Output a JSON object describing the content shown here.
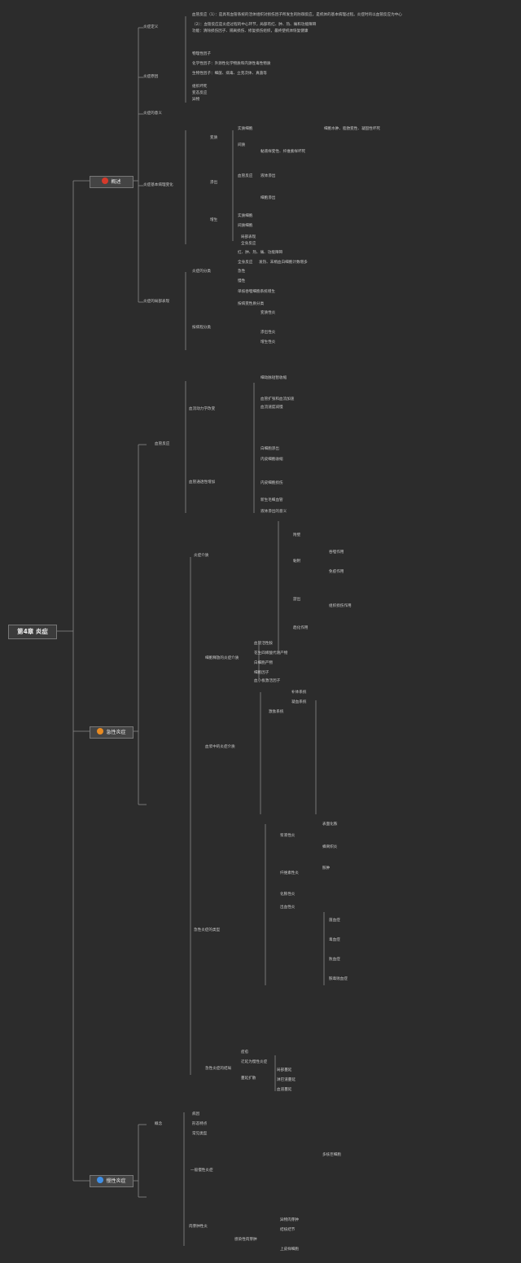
{
  "root": "第4章 炎症",
  "branches": [
    {
      "label": "概述",
      "color": "#d63a2b"
    },
    {
      "label": "急性炎症",
      "color": "#e98b22"
    },
    {
      "label": "慢性炎症",
      "color": "#3f8fe6"
    }
  ],
  "texts": [
    "炎症定义",
    "血管反应（1）：是具有血管系统的活体组织对损伤因子所发生的防御反应，是机体的基本病理过程。炎症时的以血管反应为中心",
    "（2）：血管反应是炎症过程的中心环节，局部有红、肿、热、痛和功能障碍",
    "功能：清除损伤因子、隔离损伤、修复损伤组织，最终使机体恢复健康",
    "炎症的意义",
    "炎症原因",
    "物理性因子",
    "化学性因子：外源性化学物质和内源性毒性物质",
    "生物性因子：细菌、病毒、立克次体、真菌等",
    "组织坏死",
    "变态反应",
    "异物",
    "炎症基本病理变化",
    "变质",
    "实质细胞",
    "细胞水肿、脂肪变性、凝固性坏死",
    "间质",
    "黏液样变性、纤维素样坏死",
    "渗出",
    "血管反应",
    "液体渗出",
    "细胞渗出",
    "增生",
    "实质细胞",
    "间质细胞",
    "局部表现",
    "全身反应",
    "炎症的局部表现",
    "红、肿、热、痛、功能障碍",
    "全身反应",
    "发热、末梢血白细胞计数增多",
    "单核吞噬细胞系统增生",
    "炎症的分类",
    "按病程分类",
    "按病变性质分类",
    "变质性炎",
    "渗出性炎",
    "增生性炎",
    "急性",
    "慢性",
    "血管反应",
    "血流动力学改变",
    "细动脉短暂收缩",
    "血管扩张和血流加速",
    "血流速度减慢",
    "血管通透性增加",
    "内皮细胞收缩",
    "内皮细胞损伤",
    "新生毛细血管",
    "液体渗出的意义",
    "白细胞渗出",
    "附壁",
    "黏附",
    "游出",
    "趋化作用",
    "吞噬作用",
    "免疫作用",
    "组织损伤作用",
    "炎症介质",
    "细胞释放的炎症介质",
    "血管活性胺",
    "花生四烯酸代谢产物",
    "白细胞产物",
    "细胞因子",
    "血小板激活因子",
    "血浆中的炎症介质",
    "激肽系统",
    "补体系统",
    "凝血系统",
    "急性炎症的类型",
    "浆液性炎",
    "纤维素性炎",
    "化脓性炎",
    "表面化脓",
    "蜂窝织炎",
    "脓肿",
    "出血性炎",
    "急性炎症的结局",
    "痊愈",
    "迁延为慢性炎症",
    "蔓延扩散",
    "局部蔓延",
    "淋巴道蔓延",
    "血道蔓延",
    "菌血症",
    "毒血症",
    "败血症",
    "脓毒败血症",
    "概念",
    "一般慢性炎症",
    "肉芽肿性炎",
    "病因",
    "形态特点",
    "常见类型",
    "感染性肉芽肿",
    "异物肉芽肿",
    "结核结节",
    "上皮样细胞",
    "多核巨细胞"
  ]
}
